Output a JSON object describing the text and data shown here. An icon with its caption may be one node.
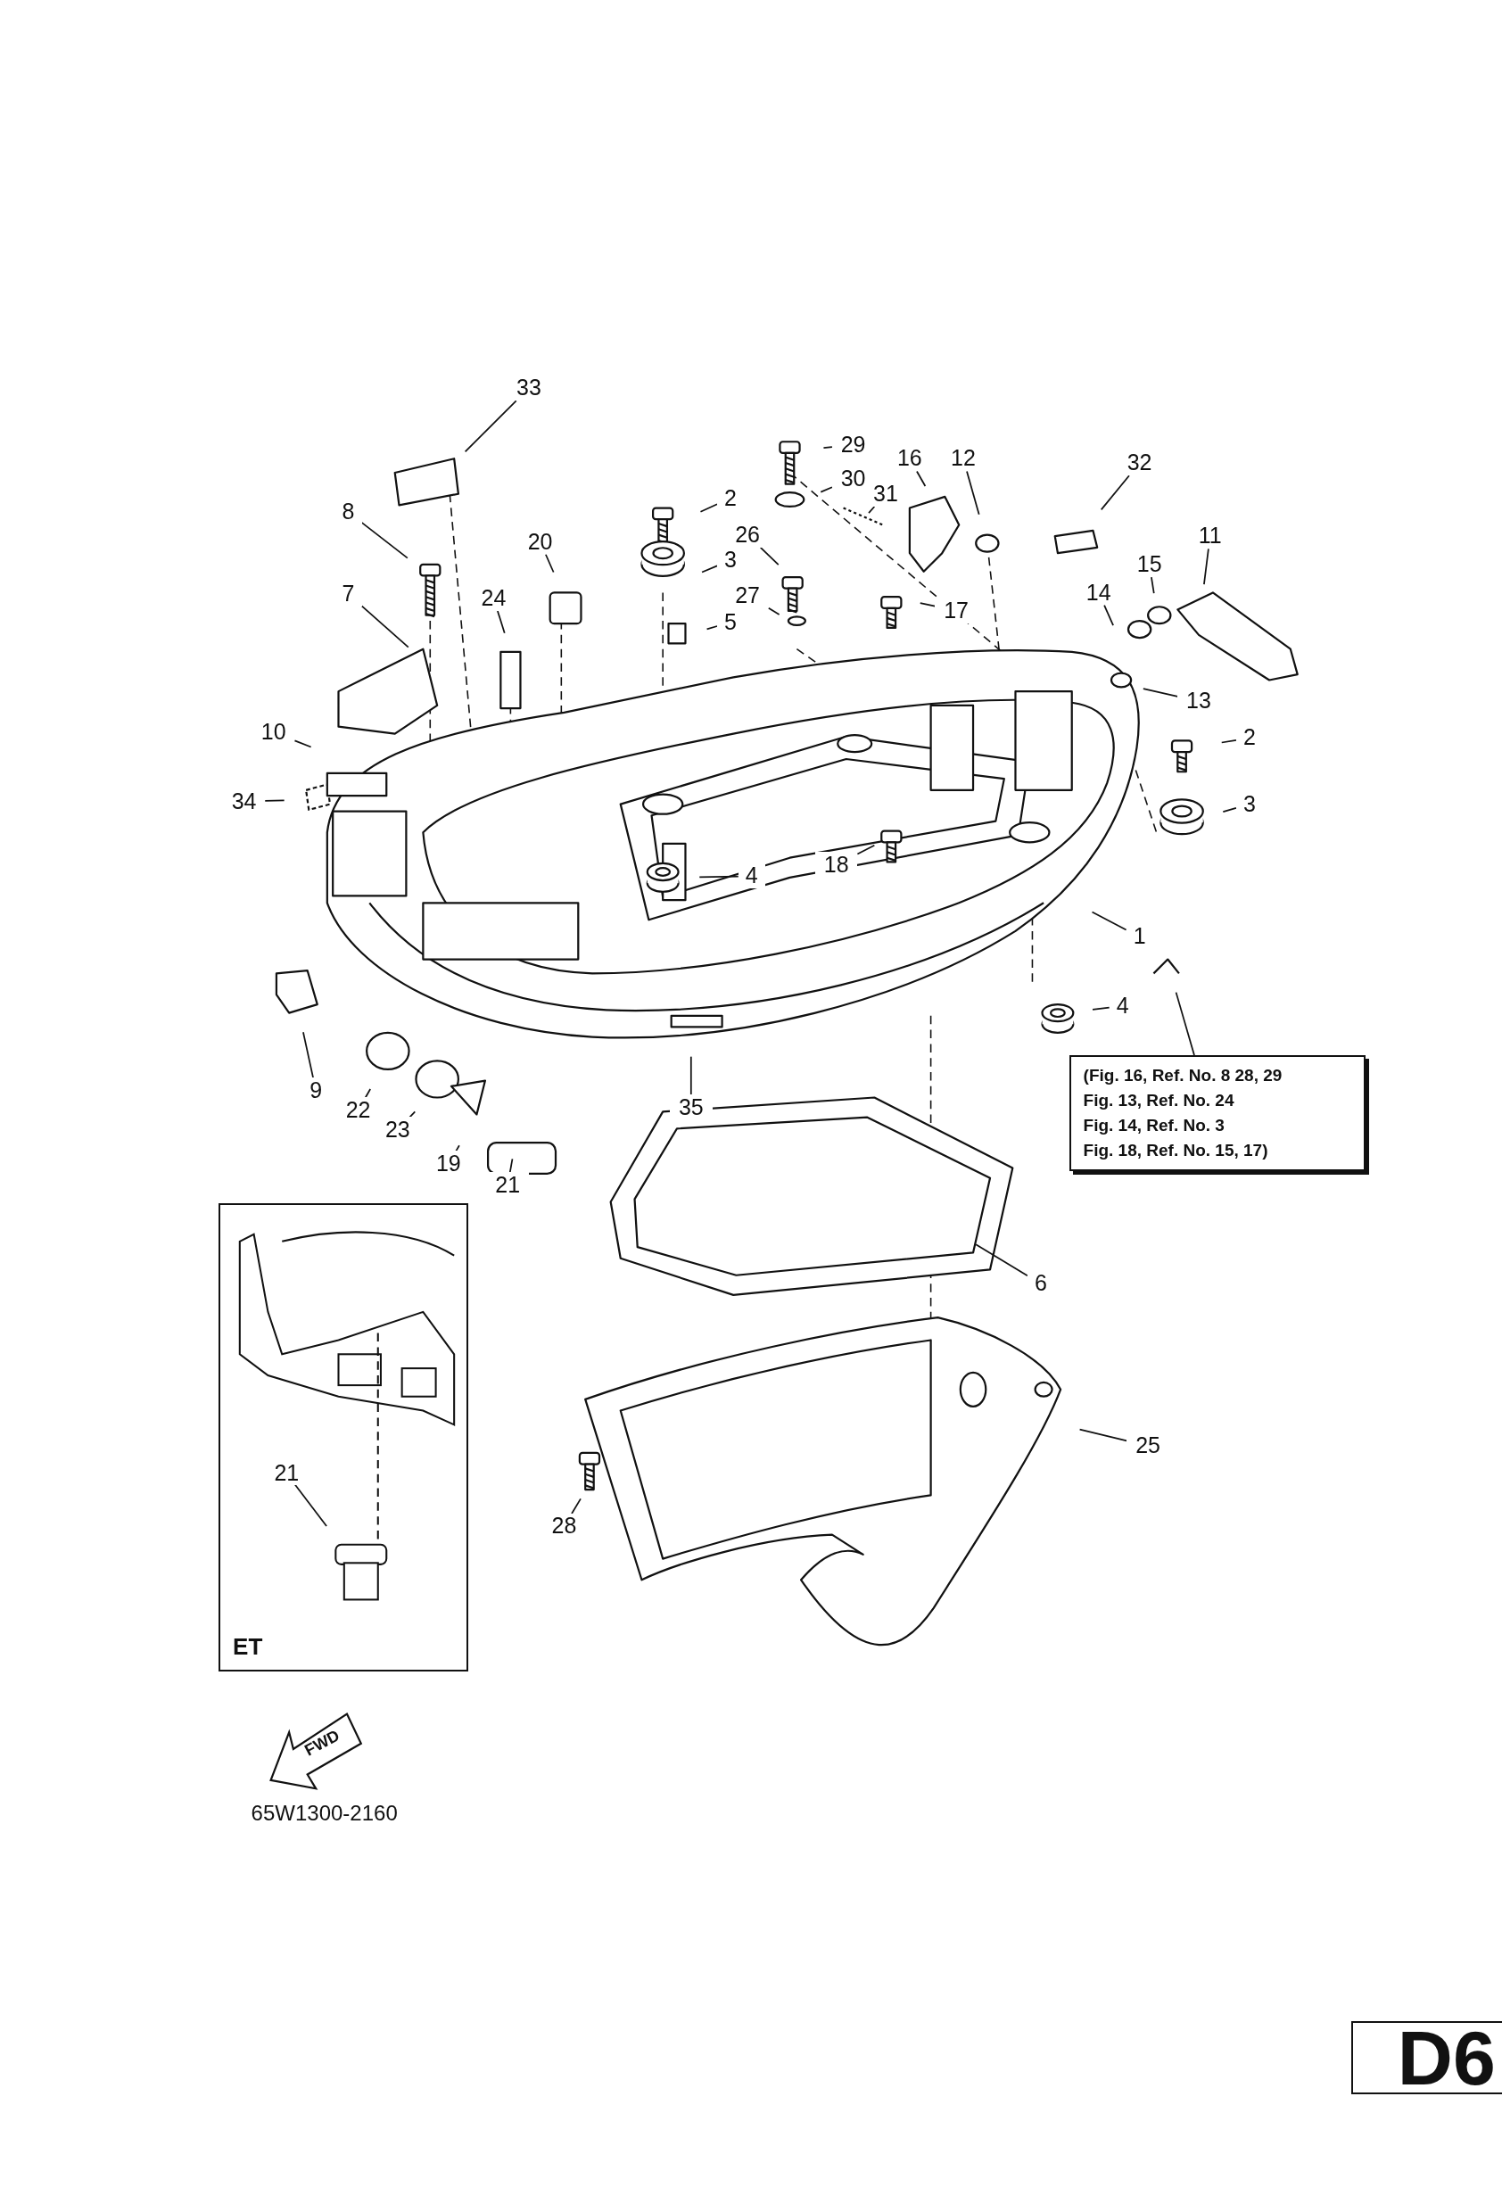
{
  "diagram": {
    "nodes": [
      {
        "text": [
          "33"
        ]
      },
      {
        "text": [
          "29"
        ]
      },
      {
        "text": [
          "16"
        ]
      },
      {
        "text": [
          "12"
        ]
      },
      {
        "text": [
          "32"
        ]
      },
      {
        "text": [
          "2"
        ]
      },
      {
        "text": [
          "30"
        ]
      },
      {
        "text": [
          "8"
        ]
      },
      {
        "text": [
          "31"
        ]
      },
      {
        "text": [
          "26"
        ]
      },
      {
        "text": [
          "11"
        ]
      },
      {
        "text": [
          "20"
        ]
      },
      {
        "text": [
          "3"
        ]
      },
      {
        "text": [
          "15"
        ]
      },
      {
        "text": [
          "7"
        ]
      },
      {
        "text": [
          "14"
        ]
      },
      {
        "text": [
          "27"
        ]
      },
      {
        "text": [
          "24"
        ]
      },
      {
        "text": [
          "17"
        ]
      },
      {
        "text": [
          "5"
        ]
      },
      {
        "text": [
          "13"
        ]
      },
      {
        "text": [
          "10"
        ]
      },
      {
        "text": [
          "2"
        ]
      },
      {
        "text": [
          "34"
        ]
      },
      {
        "text": [
          "3"
        ]
      },
      {
        "text": [
          "18"
        ]
      },
      {
        "text": [
          "4"
        ]
      },
      {
        "text": [
          "1"
        ]
      },
      {
        "text": [
          "4"
        ]
      },
      {
        "text": [
          "(Fig. 16, Ref. No. 8 28, 29",
          "Fig. 13, Ref. No. 24",
          "Fig. 14, Ref. No. 3",
          "Fig. 18, Ref. No. 15, 17)"
        ]
      },
      {
        "text": [
          "9"
        ]
      },
      {
        "text": [
          "22"
        ]
      },
      {
        "text": [
          "35"
        ]
      },
      {
        "text": [
          "23"
        ]
      },
      {
        "text": [
          "19"
        ]
      },
      {
        "text": [
          "21"
        ]
      },
      {
        "text": [
          "6"
        ]
      },
      {
        "text": [
          "ET"
        ]
      },
      {
        "text": [
          "21"
        ],
        "in": 37
      },
      {
        "text": [
          "25"
        ]
      },
      {
        "text": [
          "28"
        ]
      }
    ],
    "edges": [
      {
        "from": 0,
        "to": null,
        "arrow": "none"
      },
      {
        "from": 1,
        "to": null,
        "arrow": "none"
      },
      {
        "from": 2,
        "to": null,
        "arrow": "none"
      },
      {
        "from": 3,
        "to": null,
        "arrow": "none"
      },
      {
        "from": 4,
        "to": null,
        "arrow": "none"
      },
      {
        "from": 5,
        "to": null,
        "arrow": "none"
      },
      {
        "from": 6,
        "to": null,
        "arrow": "none"
      },
      {
        "from": 7,
        "to": null,
        "arrow": "none"
      },
      {
        "from": 8,
        "to": null,
        "arrow": "none"
      },
      {
        "from": 9,
        "to": null,
        "arrow": "none"
      },
      {
        "from": 10,
        "to": null,
        "arrow": "none"
      },
      {
        "from": 11,
        "to": null,
        "arrow": "none"
      },
      {
        "from": 12,
        "to": null,
        "arrow": "none"
      },
      {
        "from": 13,
        "to": null,
        "arrow": "none"
      },
      {
        "from": 14,
        "to": null,
        "arrow": "none"
      },
      {
        "from": 15,
        "to": null,
        "arrow": "none"
      },
      {
        "from": 16,
        "to": null,
        "arrow": "none"
      },
      {
        "from": 17,
        "to": null,
        "arrow": "none"
      },
      {
        "from": 18,
        "to": null,
        "arrow": "none"
      },
      {
        "from": 19,
        "to": null,
        "arrow": "none"
      },
      {
        "from": 20,
        "to": null,
        "arrow": "none"
      },
      {
        "from": 21,
        "to": null,
        "arrow": "none"
      },
      {
        "from": 22,
        "to": null,
        "arrow": "none"
      },
      {
        "from": 23,
        "to": null,
        "arrow": "none"
      },
      {
        "from": 24,
        "to": null,
        "arrow": "none"
      },
      {
        "from": 25,
        "to": null,
        "arrow": "none"
      },
      {
        "from": 26,
        "to": null,
        "arrow": "none"
      },
      {
        "from": 27,
        "to": null,
        "arrow": "none"
      },
      {
        "from": 28,
        "to": null,
        "arrow": "none"
      },
      {
        "from": 29,
        "to": null,
        "arrow": "none"
      },
      {
        "from": 30,
        "to": null,
        "arrow": "none"
      },
      {
        "from": 31,
        "to": null,
        "arrow": "none"
      },
      {
        "from": 32,
        "to": null,
        "arrow": "none"
      },
      {
        "from": 33,
        "to": null,
        "arrow": "none"
      },
      {
        "from": 34,
        "to": null,
        "arrow": "none"
      },
      {
        "from": 35,
        "to": null,
        "arrow": "none"
      },
      {
        "from": 36,
        "to": null,
        "arrow": "none"
      },
      {
        "from": 38,
        "to": null,
        "arrow": "none"
      },
      {
        "from": 39,
        "to": null,
        "arrow": "none"
      },
      {
        "from": 40,
        "to": null,
        "arrow": "none"
      }
    ],
    "labels": [
      "FWD",
      "65W1300-2160",
      "D6"
    ]
  }
}
